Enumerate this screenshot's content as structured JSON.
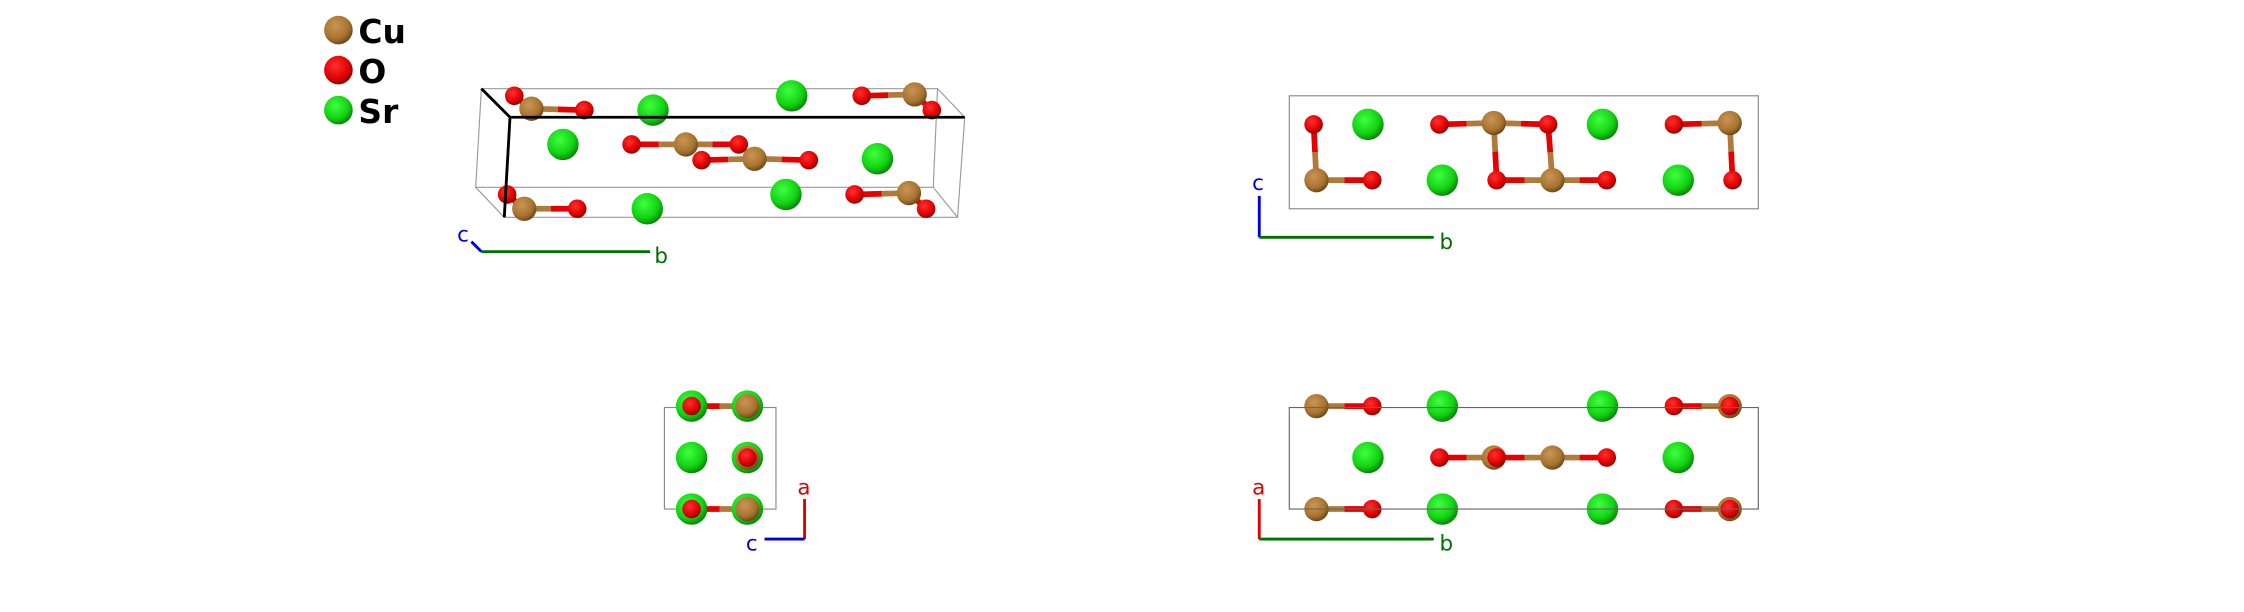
{
  "legend": [
    {
      "label": "Cu",
      "color": "#b07a3a"
    },
    {
      "label": "O",
      "color": "#e60000"
    },
    {
      "label": "Sr",
      "color": "#22dd22"
    }
  ],
  "axes": {
    "a": {
      "label": "a",
      "color": "#e60000"
    },
    "b": {
      "label": "b",
      "color": "#007000"
    },
    "c": {
      "label": "c",
      "color": "#0000e0"
    }
  },
  "panels": [
    {
      "name": "perspective-view",
      "axes": [
        "c",
        "b"
      ]
    },
    {
      "name": "view-along-a",
      "axes": [
        "c",
        "b"
      ]
    },
    {
      "name": "view-along-b",
      "axes": [
        "a",
        "c"
      ]
    },
    {
      "name": "view-along-c",
      "axes": [
        "a",
        "b"
      ]
    }
  ]
}
